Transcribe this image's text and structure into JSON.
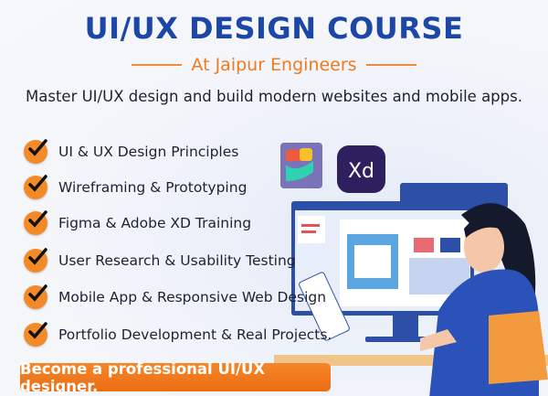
{
  "header": {
    "title": "UI/UX DESIGN COURSE",
    "subtitle": "At Jaipur Engineers",
    "tagline": "Master UI/UX design and build modern websites and mobile apps."
  },
  "features": [
    {
      "label": "UI & UX Design Principles",
      "icon": "checkmark-icon"
    },
    {
      "label": "Wireframing & Prototyping",
      "icon": "checkmark-icon"
    },
    {
      "label": "Figma & Adobe XD Training",
      "icon": "checkmark-icon"
    },
    {
      "label": "User Research & Usability Testing",
      "icon": "checkmark-icon"
    },
    {
      "label": "Mobile App & Responsive Web Design",
      "icon": "checkmark-icon"
    },
    {
      "label": "Portfolio Development & Real Projects.",
      "icon": "checkmark-icon"
    }
  ],
  "logos": {
    "figma": "figma-logo",
    "xd": "Xd"
  },
  "cta": {
    "label": "Become a professional UI/UX designer."
  },
  "colors": {
    "title": "#1d47a6",
    "accent": "#f07a1e",
    "xd_bg": "#2e1f5e"
  }
}
